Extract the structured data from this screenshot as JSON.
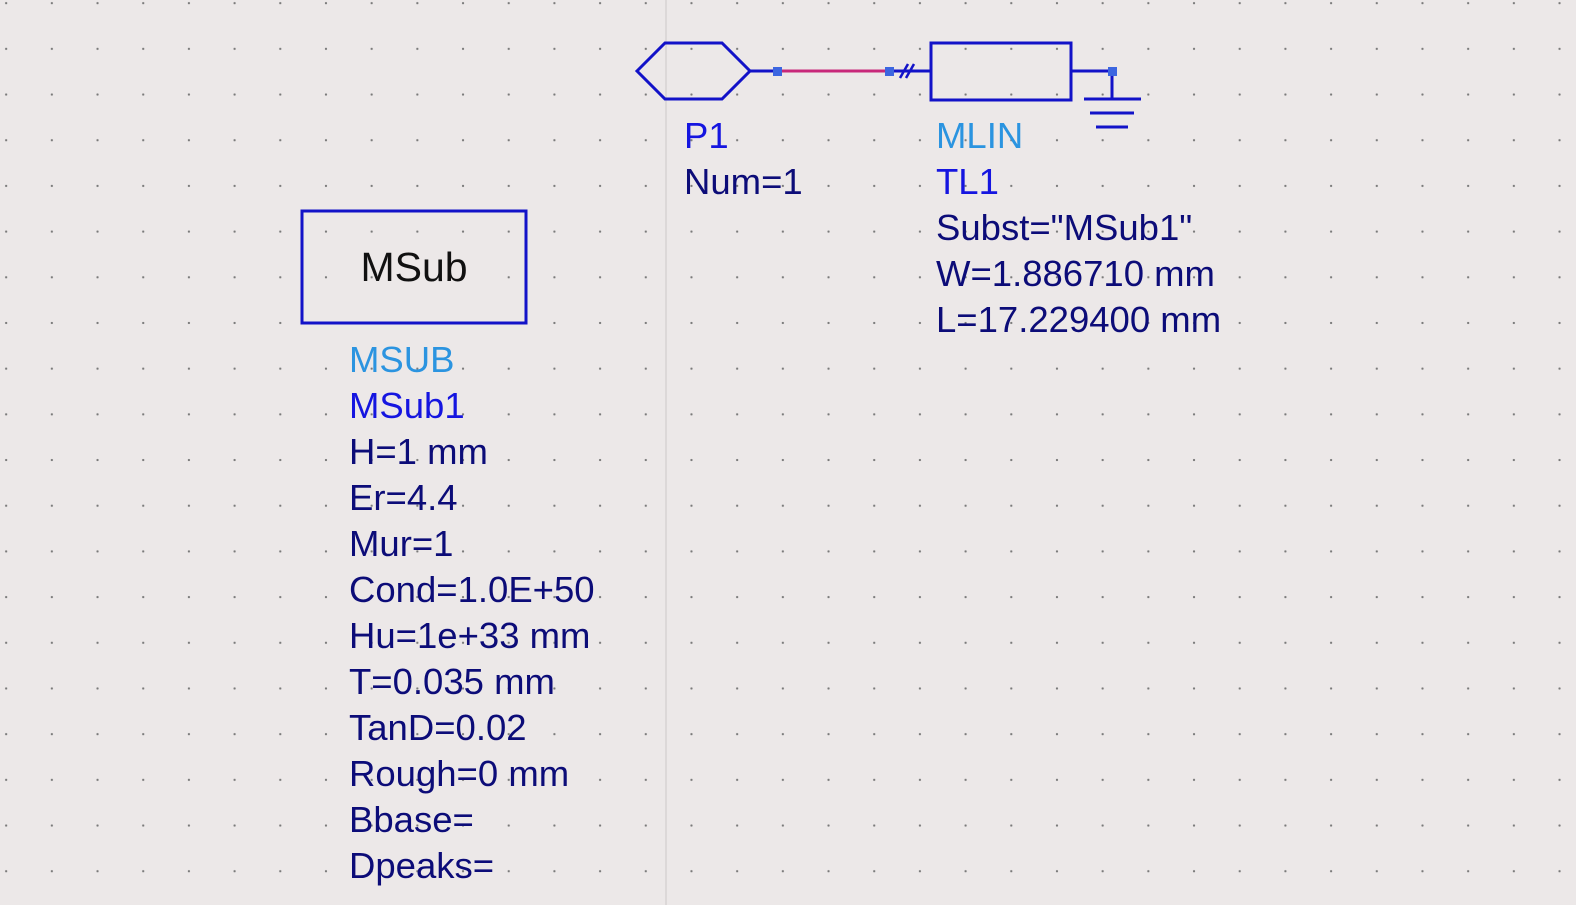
{
  "colors": {
    "background": "#ece8e8",
    "component": "#1212c8",
    "wire": "#c8287a",
    "port-pin": "#3c66e0",
    "type-label": "#2b94e0",
    "name-label": "#1515e0",
    "value-label": "#0c0c78"
  },
  "msub": {
    "box_title": "MSub",
    "type": "MSUB",
    "name": "MSub1",
    "params": [
      "H=1 mm",
      "Er=4.4",
      "Mur=1",
      "Cond=1.0E+50",
      "Hu=1e+33 mm",
      "T=0.035 mm",
      "TanD=0.02",
      "Rough=0 mm",
      "Bbase=",
      "Dpeaks="
    ]
  },
  "port": {
    "name": "P1",
    "params": [
      "Num=1"
    ]
  },
  "mlin": {
    "type": "MLIN",
    "name": "TL1",
    "params": [
      "Subst=\"MSub1\"",
      "W=1.886710 mm",
      "L=17.229400 mm"
    ]
  }
}
